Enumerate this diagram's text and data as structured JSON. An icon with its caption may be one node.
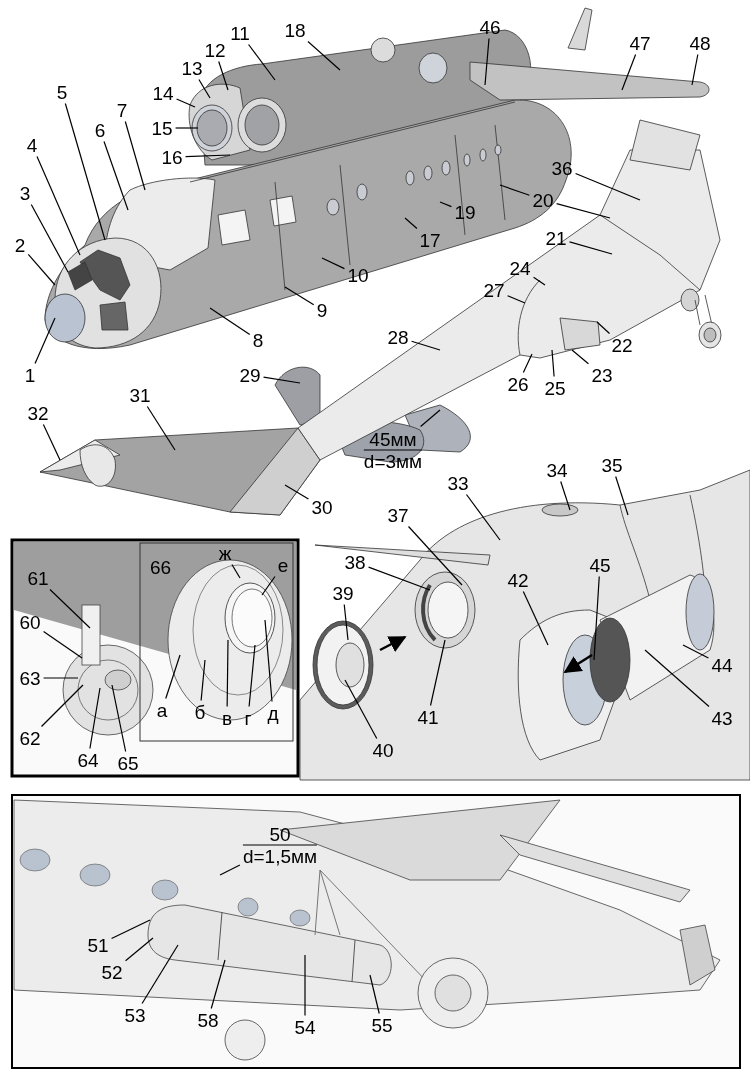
{
  "diagram": {
    "nodes": [
      {
        "text": [
          "1"
        ]
      },
      {
        "text": [
          "2"
        ]
      },
      {
        "text": [
          "3"
        ]
      },
      {
        "text": [
          "4"
        ]
      },
      {
        "text": [
          "5"
        ]
      },
      {
        "text": [
          "6"
        ]
      },
      {
        "text": [
          "7"
        ]
      },
      {
        "text": [
          "8"
        ]
      },
      {
        "text": [
          "9"
        ]
      },
      {
        "text": [
          "10"
        ]
      },
      {
        "text": [
          "11"
        ]
      },
      {
        "text": [
          "12"
        ]
      },
      {
        "text": [
          "13"
        ]
      },
      {
        "text": [
          "14"
        ]
      },
      {
        "text": [
          "15"
        ]
      },
      {
        "text": [
          "16"
        ]
      },
      {
        "text": [
          "17"
        ]
      },
      {
        "text": [
          "18"
        ]
      },
      {
        "text": [
          "19"
        ]
      },
      {
        "text": [
          "20"
        ]
      },
      {
        "text": [
          "21"
        ]
      },
      {
        "text": [
          "22"
        ]
      },
      {
        "text": [
          "23"
        ]
      },
      {
        "text": [
          "24"
        ]
      },
      {
        "text": [
          "25"
        ]
      },
      {
        "text": [
          "26"
        ]
      },
      {
        "text": [
          "27"
        ]
      },
      {
        "text": [
          "28"
        ]
      },
      {
        "text": [
          "29"
        ]
      },
      {
        "text": [
          "30"
        ]
      },
      {
        "text": [
          "31"
        ]
      },
      {
        "text": [
          "32"
        ]
      },
      {
        "text": [
          "33"
        ]
      },
      {
        "text": [
          "34"
        ]
      },
      {
        "text": [
          "35"
        ]
      },
      {
        "text": [
          "36"
        ]
      },
      {
        "text": [
          "37"
        ]
      },
      {
        "text": [
          "38"
        ]
      },
      {
        "text": [
          "39"
        ]
      },
      {
        "text": [
          "40"
        ]
      },
      {
        "text": [
          "41"
        ]
      },
      {
        "text": [
          "42"
        ]
      },
      {
        "text": [
          "43"
        ]
      },
      {
        "text": [
          "44"
        ]
      },
      {
        "text": [
          "45"
        ]
      },
      {
        "text": [
          "46"
        ]
      },
      {
        "text": [
          "47"
        ]
      },
      {
        "text": [
          "48"
        ]
      },
      {
        "text": [
          "45мм",
          "d=3мм"
        ]
      },
      {
        "text": [
          "50",
          "d=1,5мм"
        ]
      },
      {
        "text": [
          "51"
        ]
      },
      {
        "text": [
          "52"
        ]
      },
      {
        "text": [
          "53"
        ]
      },
      {
        "text": [
          "54"
        ]
      },
      {
        "text": [
          "55"
        ]
      },
      {
        "text": [
          "58"
        ]
      },
      {
        "text": [
          "60"
        ]
      },
      {
        "text": [
          "61"
        ]
      },
      {
        "text": [
          "62"
        ]
      },
      {
        "text": [
          "63"
        ]
      },
      {
        "text": [
          "64"
        ]
      },
      {
        "text": [
          "65"
        ]
      },
      {
        "text": [
          "а"
        ]
      },
      {
        "text": [
          "б"
        ]
      },
      {
        "text": [
          "в"
        ]
      },
      {
        "text": [
          "г"
        ]
      },
      {
        "text": [
          "д"
        ]
      },
      {
        "text": [
          "е"
        ]
      },
      {
        "text": [
          "ж"
        ]
      }
    ],
    "edges": [
      {
        "from": 0,
        "to": null,
        "arrow": "none"
      },
      {
        "from": 1,
        "to": null,
        "arrow": "none"
      },
      {
        "from": 2,
        "to": null,
        "arrow": "none"
      },
      {
        "from": 3,
        "to": null,
        "arrow": "none"
      },
      {
        "from": 4,
        "to": null,
        "arrow": "none"
      },
      {
        "from": 5,
        "to": null,
        "arrow": "none"
      },
      {
        "from": 6,
        "to": null,
        "arrow": "none"
      },
      {
        "from": 7,
        "to": null,
        "arrow": "none"
      },
      {
        "from": 8,
        "to": null,
        "arrow": "none"
      },
      {
        "from": 9,
        "to": null,
        "arrow": "none"
      },
      {
        "from": 10,
        "to": null,
        "arrow": "none"
      },
      {
        "from": 11,
        "to": null,
        "arrow": "none"
      },
      {
        "from": 12,
        "to": null,
        "arrow": "none"
      },
      {
        "from": 13,
        "to": null,
        "arrow": "none"
      },
      {
        "from": 14,
        "to": null,
        "arrow": "none"
      },
      {
        "from": 15,
        "to": null,
        "arrow": "none"
      },
      {
        "from": 16,
        "to": null,
        "arrow": "none"
      },
      {
        "from": 17,
        "to": null,
        "arrow": "none"
      },
      {
        "from": 18,
        "to": null,
        "arrow": "none"
      },
      {
        "from": 19,
        "to": null,
        "arrow": "none"
      },
      {
        "from": 20,
        "to": null,
        "arrow": "none"
      },
      {
        "from": 21,
        "to": null,
        "arrow": "none"
      },
      {
        "from": 22,
        "to": null,
        "arrow": "none"
      },
      {
        "from": 23,
        "to": null,
        "arrow": "none"
      },
      {
        "from": 24,
        "to": null,
        "arrow": "none"
      },
      {
        "from": 25,
        "to": null,
        "arrow": "none"
      },
      {
        "from": 26,
        "to": null,
        "arrow": "none"
      },
      {
        "from": 27,
        "to": null,
        "arrow": "none"
      },
      {
        "from": 28,
        "to": null,
        "arrow": "none"
      },
      {
        "from": 29,
        "to": null,
        "arrow": "none"
      },
      {
        "from": 30,
        "to": null,
        "arrow": "none"
      },
      {
        "from": 31,
        "to": null,
        "arrow": "none"
      },
      {
        "from": 32,
        "to": null,
        "arrow": "none"
      },
      {
        "from": 33,
        "to": null,
        "arrow": "none"
      },
      {
        "from": 34,
        "to": null,
        "arrow": "none"
      },
      {
        "from": 35,
        "to": null,
        "arrow": "none"
      },
      {
        "from": 36,
        "to": null,
        "arrow": "none"
      },
      {
        "from": 37,
        "to": null,
        "arrow": "none"
      },
      {
        "from": 38,
        "to": null,
        "arrow": "none"
      },
      {
        "from": 39,
        "to": null,
        "arrow": "none"
      },
      {
        "from": 40,
        "to": null,
        "arrow": "none"
      },
      {
        "from": 41,
        "to": null,
        "arrow": "none"
      },
      {
        "from": 42,
        "to": null,
        "arrow": "none"
      },
      {
        "from": 43,
        "to": null,
        "arrow": "none"
      },
      {
        "from": 44,
        "to": null,
        "arrow": "none"
      },
      {
        "from": 45,
        "to": null,
        "arrow": "none"
      },
      {
        "from": 46,
        "to": null,
        "arrow": "none"
      },
      {
        "from": 47,
        "to": null,
        "arrow": "none"
      },
      {
        "from": 48,
        "to": null,
        "arrow": "none"
      },
      {
        "from": 49,
        "to": null,
        "arrow": "none"
      },
      {
        "from": 50,
        "to": null,
        "arrow": "none"
      },
      {
        "from": 51,
        "to": null,
        "arrow": "none"
      },
      {
        "from": 52,
        "to": null,
        "arrow": "none"
      },
      {
        "from": 53,
        "to": null,
        "arrow": "none"
      },
      {
        "from": 54,
        "to": null,
        "arrow": "none"
      },
      {
        "from": 55,
        "to": null,
        "arrow": "none"
      },
      {
        "from": 56,
        "to": null,
        "arrow": "none"
      },
      {
        "from": 57,
        "to": null,
        "arrow": "none"
      },
      {
        "from": 58,
        "to": null,
        "arrow": "none"
      },
      {
        "from": 59,
        "to": null,
        "arrow": "none"
      },
      {
        "from": 60,
        "to": null,
        "arrow": "none"
      },
      {
        "from": 61,
        "to": null,
        "arrow": "none"
      },
      {
        "from": 62,
        "to": null,
        "arrow": "none"
      },
      {
        "from": 63,
        "to": null,
        "arrow": "none"
      },
      {
        "from": 64,
        "to": null,
        "arrow": "none"
      },
      {
        "from": 65,
        "to": null,
        "arrow": "none"
      },
      {
        "from": 66,
        "to": null,
        "arrow": "none"
      },
      {
        "from": 67,
        "to": null,
        "arrow": "none"
      },
      {
        "from": 68,
        "to": null,
        "arrow": "none"
      },
      {
        "from": 19,
        "to": null,
        "arrow": "none"
      }
    ],
    "labels": [
      "66"
    ]
  }
}
